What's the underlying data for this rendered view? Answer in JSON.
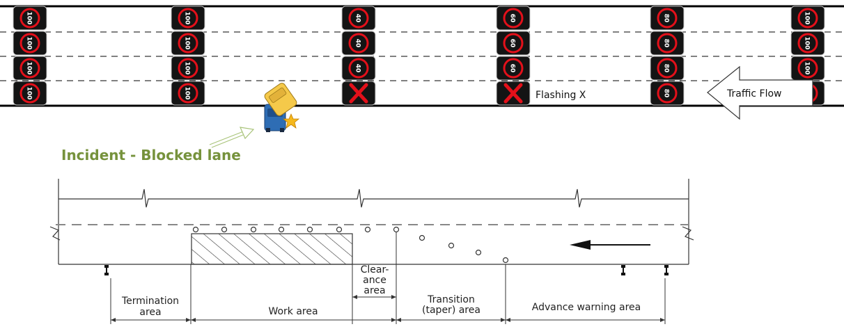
{
  "signs": {
    "columns": [
      {
        "lanes": [
          "100",
          "100",
          "100",
          "100"
        ]
      },
      {
        "lanes": [
          "100",
          "100",
          "100",
          "100"
        ]
      },
      {
        "lanes": [
          "40",
          "40",
          "40",
          "X"
        ]
      },
      {
        "lanes": [
          "60",
          "60",
          "60",
          "X"
        ]
      },
      {
        "lanes": [
          "80",
          "80",
          "80",
          "80"
        ]
      },
      {
        "lanes": [
          "100",
          "100",
          "100",
          "100"
        ]
      }
    ],
    "flashing_label": "Flashing X",
    "colors": {
      "ring": "#e3101a",
      "x": "#e3101a",
      "plate": "#141414",
      "digits": "#ffffff"
    }
  },
  "traffic": {
    "label": "Traffic Flow"
  },
  "incident": {
    "label": "Incident - Blocked lane",
    "color": "#76923c"
  },
  "work_zone": {
    "areas": {
      "termination": [
        "Termination",
        "area"
      ],
      "work": [
        "Work area"
      ],
      "clearance": [
        "Clear-",
        "ance",
        "area"
      ],
      "transition": [
        "Transition",
        "(taper) area"
      ],
      "advance": [
        "Advance warning area"
      ]
    }
  }
}
